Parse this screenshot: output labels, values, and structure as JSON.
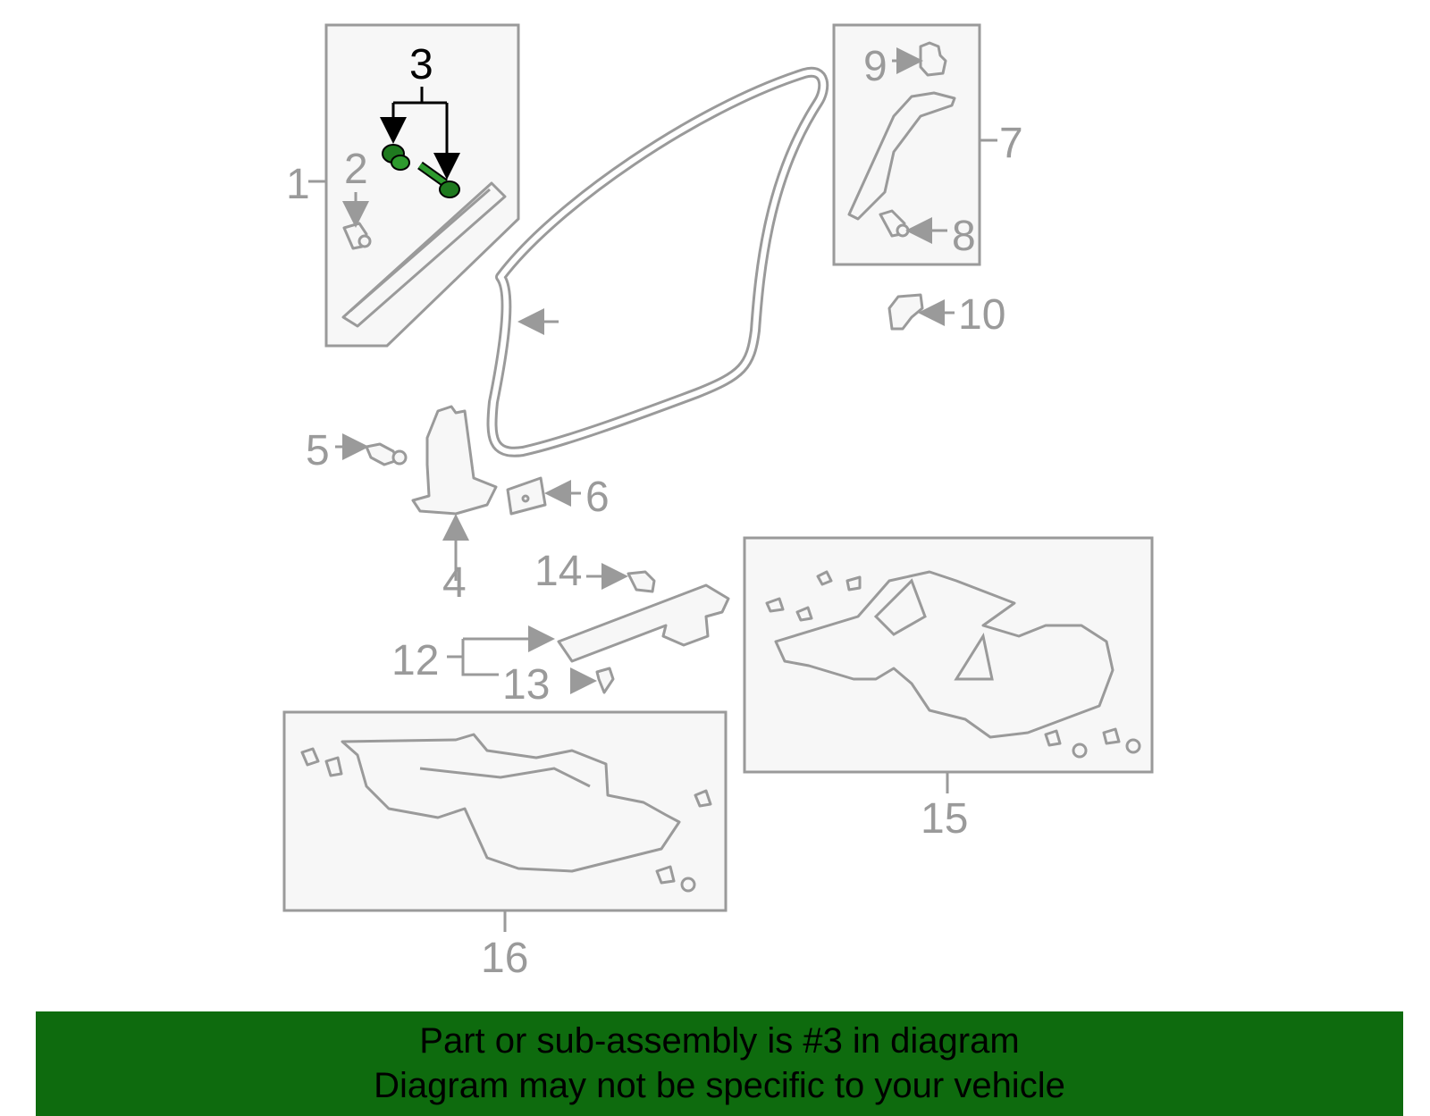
{
  "callouts": {
    "c1": "1",
    "c2": "2",
    "c3": "3",
    "c4": "4",
    "c5": "5",
    "c6": "6",
    "c7": "7",
    "c8": "8",
    "c9": "9",
    "c10": "10",
    "c12": "12",
    "c13": "13",
    "c14": "14",
    "c15": "15",
    "c16": "16"
  },
  "highlight": {
    "callout": "3",
    "color": "#1f7a1f"
  },
  "colors": {
    "line": "#9a9a9a",
    "fill": "#f7f7f7",
    "banner": "#0e6b0e"
  },
  "banner": {
    "line1": "Part or sub-assembly is #3 in diagram",
    "line2": "Diagram may not be specific to your vehicle"
  }
}
